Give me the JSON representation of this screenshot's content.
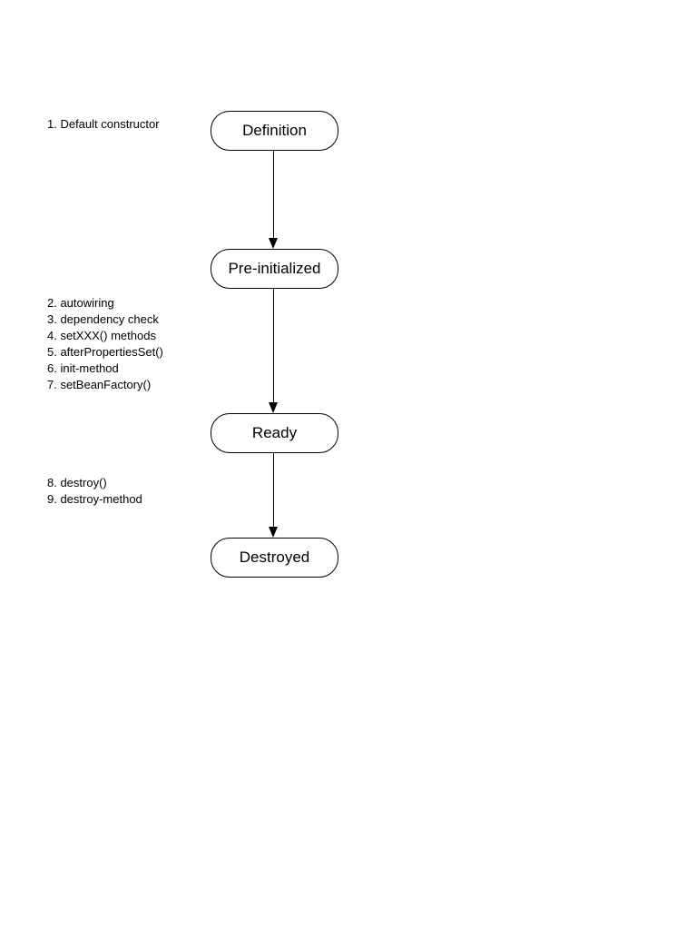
{
  "diagram": {
    "nodes": [
      {
        "id": "definition",
        "label": "Definition"
      },
      {
        "id": "pre-initialized",
        "label": "Pre-initialized"
      },
      {
        "id": "ready",
        "label": "Ready"
      },
      {
        "id": "destroyed",
        "label": "Destroyed"
      }
    ],
    "annotations": {
      "constructor": {
        "lines": [
          "1. Default constructor"
        ]
      },
      "initialization": {
        "lines": [
          "2. autowiring",
          "3. dependency check",
          "4. setXXX() methods",
          "5. afterPropertiesSet()",
          "6. init-method",
          "7. setBeanFactory()"
        ]
      },
      "destruction": {
        "lines": [
          "8. destroy()",
          "9. destroy-method"
        ]
      }
    },
    "colors": {
      "stroke": "#000000",
      "fill": "#ffffff",
      "text": "#000000"
    }
  }
}
